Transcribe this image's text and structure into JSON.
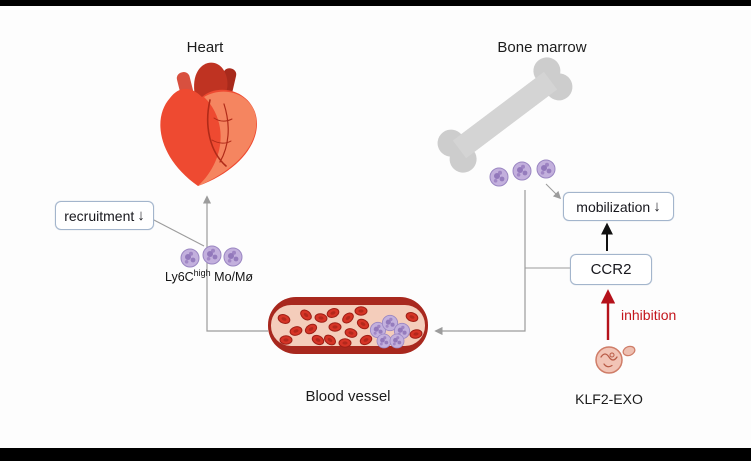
{
  "figure": {
    "heart_label": "Heart",
    "bone_marrow_label": "Bone marrow",
    "blood_vessel_label": "Blood vessel",
    "klf2_exo_label": "KLF2-EXO",
    "inhibition_label": "inhibition",
    "recruitment_box": {
      "label": "recruitment",
      "down_arrow": "↓"
    },
    "mobilization_box": {
      "label": "mobilization",
      "down_arrow": "↓"
    },
    "ccr2_box": {
      "label": "CCR2"
    },
    "monocyte_label": {
      "base": "Ly6C",
      "superscript": "high",
      "suffix": " Mo/Mø"
    }
  },
  "colors": {
    "inhibition_red": "#c3161c",
    "box_border_blue": "#a3b5cc",
    "connector_gray": "#9c9c9c",
    "monocyte_purple": "#c3b0dd",
    "heart_red": "#ee4a31",
    "heart_light": "#f58560",
    "bone_gray": "#cdcdcd",
    "vessel_wall_red": "#a8281e",
    "rbc_red": "#d63426"
  }
}
